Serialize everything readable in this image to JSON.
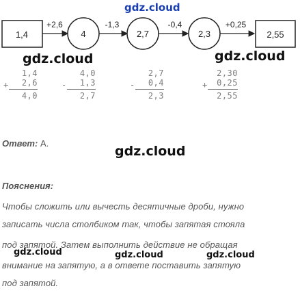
{
  "watermark": "gdz.cloud",
  "chain": {
    "start": "1,4",
    "steps": [
      {
        "op": "+2,6",
        "result": "4"
      },
      {
        "op": "-1,3",
        "result": "2,7"
      },
      {
        "op": "-0,4",
        "result": "2,3"
      },
      {
        "op": "+0,25",
        "result": "2,55"
      }
    ]
  },
  "calculations": [
    {
      "sign": "+",
      "a": "1,4",
      "b": "2,6",
      "result": "4,0"
    },
    {
      "sign": "-",
      "a": "4,0",
      "b": "1,3",
      "result": "2,7"
    },
    {
      "sign": "-",
      "a": "2,7",
      "b": "0,4",
      "result": "2,3"
    },
    {
      "sign": "+",
      "a": "2,30",
      "b": "0,25",
      "result": "2,55"
    }
  ],
  "answer": {
    "label": "Ответ:",
    "value": "А."
  },
  "explanation": {
    "heading": "Пояснения:",
    "lines": [
      "Чтобы сложить или вычесть десятичные дроби, нужно",
      "записать числа столбиком так, чтобы запятая стояла",
      "под запятой. Затем выполнить действие не обращая",
      "внимание на запятую, а в ответе поставить запятую",
      "под запятой."
    ]
  }
}
